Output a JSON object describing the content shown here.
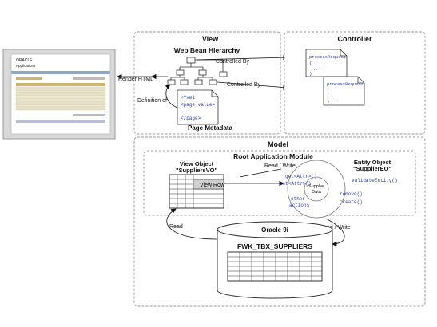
{
  "view": {
    "title": "View",
    "hierarchy_title": "Web Bean Hierarchy",
    "controlled_by_1": "Controlled By",
    "controlled_by_2": "Controlled By",
    "render_html": "Render HTML",
    "definition_of": "Definition of",
    "page_metadata_title": "Page Metadata",
    "xml_lines": [
      "<?xml",
      "<page value>",
      "...",
      "</page>"
    ]
  },
  "controller": {
    "title": "Controller",
    "code1": [
      "processRequest",
      "(",
      "...",
      ")"
    ],
    "code2": [
      "processRequest",
      "(",
      "...",
      ")"
    ]
  },
  "model": {
    "title": "Model",
    "ram_title": "Root Application Module",
    "view_object_label": "View Object",
    "view_object_name": "\"SuppliersVO\"",
    "view_row_label": "View Row",
    "read_write_top": "Read / Write",
    "entity_object_label": "Entity Object",
    "entity_object_name": "\"SupplierEO\"",
    "entity_center": [
      "Supplier",
      "Data"
    ],
    "methods_left": [
      "get<Attr>()",
      "set<Attr>()",
      "other",
      "actions"
    ],
    "methods_right": [
      "validateEntity()",
      "remove()",
      "create()"
    ]
  },
  "database": {
    "title": "Oracle 9i",
    "table_name": "FWK_TBX_SUPPLIERS"
  },
  "arrows": {
    "read": "Read",
    "read_write_bottom": "Read / Write"
  },
  "screenshot": {
    "brand": "ORACLE",
    "app": "Applications"
  }
}
